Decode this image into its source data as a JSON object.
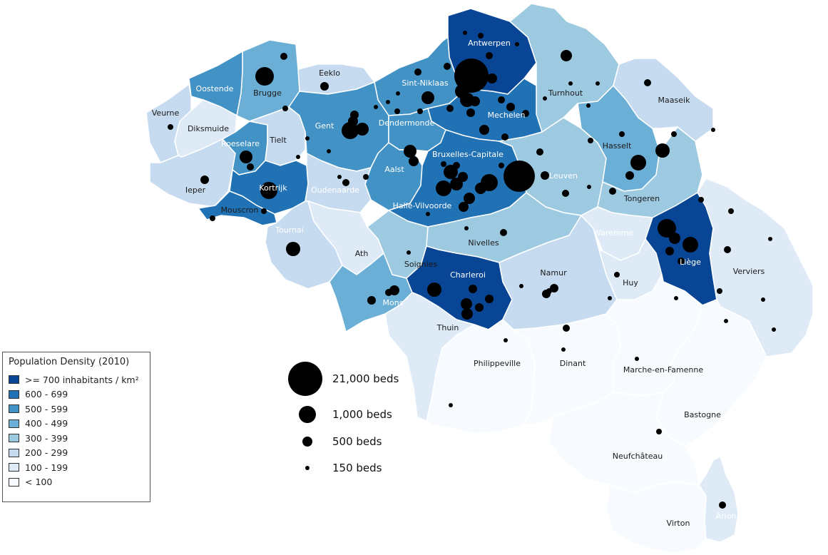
{
  "colors": {
    "c700": "#084594",
    "c600": "#2171b5",
    "c500": "#4292c6",
    "c400": "#6baed6",
    "c300": "#9ecae1",
    "c200": "#c6dbef",
    "c100": "#deebf7",
    "c0": "#f7fbff",
    "label_light": "#ffffff",
    "label_dark": "#1a1a1a"
  },
  "legend": {
    "title": "Population Density (2010)",
    "classes": [
      {
        "label": ">= 700  inhabitants / km²",
        "color": "#084594"
      },
      {
        "label": "600 - 699",
        "color": "#2171b5"
      },
      {
        "label": "500 - 599",
        "color": "#4292c6"
      },
      {
        "label": "400 - 499",
        "color": "#6baed6"
      },
      {
        "label": "300 - 399",
        "color": "#9ecae1"
      },
      {
        "label": "200 - 299",
        "color": "#c6dbef"
      },
      {
        "label": "100 - 199",
        "color": "#deebf7"
      },
      {
        "label": "< 100",
        "color": "#f7fbff"
      }
    ]
  },
  "size_legend": [
    {
      "label": "21,000 beds",
      "beds": 21000
    },
    {
      "label": "1,000 beds",
      "beds": 1000
    },
    {
      "label": "500 beds",
      "beds": 500
    },
    {
      "label": "150 beds",
      "beds": 150
    }
  ],
  "districts": [
    {
      "name": "Antwerpen",
      "class": "c700",
      "label_color": "label_light"
    },
    {
      "name": "Turnhout",
      "class": "c300",
      "label_color": "label_dark"
    },
    {
      "name": "Mechelen",
      "class": "c600",
      "label_color": "label_light"
    },
    {
      "name": "Sint-Niklaas",
      "class": "c500",
      "label_color": "label_light"
    },
    {
      "name": "Eeklo",
      "class": "c200",
      "label_color": "label_dark"
    },
    {
      "name": "Brugge",
      "class": "c400",
      "label_color": "label_dark"
    },
    {
      "name": "Oostende",
      "class": "c500",
      "label_color": "label_light"
    },
    {
      "name": "Veurne",
      "class": "c200",
      "label_color": "label_dark"
    },
    {
      "name": "Diksmuide",
      "class": "c100",
      "label_color": "label_dark"
    },
    {
      "name": "Ieper",
      "class": "c200",
      "label_color": "label_dark"
    },
    {
      "name": "Roeselare",
      "class": "c500",
      "label_color": "label_light"
    },
    {
      "name": "Tielt",
      "class": "c200",
      "label_color": "label_dark"
    },
    {
      "name": "Kortrijk",
      "class": "c600",
      "label_color": "label_light"
    },
    {
      "name": "Mouscron",
      "class": "c600",
      "label_color": "label_dark"
    },
    {
      "name": "Gent",
      "class": "c500",
      "label_color": "label_light"
    },
    {
      "name": "Dendermonde",
      "class": "c500",
      "label_color": "label_light"
    },
    {
      "name": "Aalst",
      "class": "c500",
      "label_color": "label_light"
    },
    {
      "name": "Oudenaarde",
      "class": "c200",
      "label_color": "label_light"
    },
    {
      "name": "Bruxelles-Capitale",
      "class": "c700",
      "label_color": "label_light"
    },
    {
      "name": "Halle-Vilvoorde",
      "class": "c600",
      "label_color": "label_light"
    },
    {
      "name": "Leuven",
      "class": "c300",
      "label_color": "label_light"
    },
    {
      "name": "Hasselt",
      "class": "c400",
      "label_color": "label_dark"
    },
    {
      "name": "Maaseik",
      "class": "c200",
      "label_color": "label_dark"
    },
    {
      "name": "Tongeren",
      "class": "c300",
      "label_color": "label_dark"
    },
    {
      "name": "Tournai",
      "class": "c200",
      "label_color": "label_light"
    },
    {
      "name": "Ath",
      "class": "c100",
      "label_color": "label_dark"
    },
    {
      "name": "Soignies",
      "class": "c300",
      "label_color": "label_dark"
    },
    {
      "name": "Nivelles",
      "class": "c300",
      "label_color": "label_dark"
    },
    {
      "name": "Mons",
      "class": "c400",
      "label_color": "label_light"
    },
    {
      "name": "Charleroi",
      "class": "c700",
      "label_color": "label_light"
    },
    {
      "name": "Thuin",
      "class": "c100",
      "label_color": "label_dark"
    },
    {
      "name": "Namur",
      "class": "c200",
      "label_color": "label_dark"
    },
    {
      "name": "Waremme",
      "class": "c100",
      "label_color": "label_light"
    },
    {
      "name": "Huy",
      "class": "c100",
      "label_color": "label_dark"
    },
    {
      "name": "Liège",
      "class": "c700",
      "label_color": "label_light"
    },
    {
      "name": "Verviers",
      "class": "c100",
      "label_color": "label_dark"
    },
    {
      "name": "Philippeville",
      "class": "c0",
      "label_color": "label_dark"
    },
    {
      "name": "Dinant",
      "class": "c0",
      "label_color": "label_dark"
    },
    {
      "name": "Marche-en-Famenne",
      "class": "c0",
      "label_color": "label_dark"
    },
    {
      "name": "Bastogne",
      "class": "c0",
      "label_color": "label_dark"
    },
    {
      "name": "Neufchâteau",
      "class": "c0",
      "label_color": "label_dark"
    },
    {
      "name": "Virton",
      "class": "c0",
      "label_color": "label_dark"
    },
    {
      "name": "Arlon",
      "class": "c100",
      "label_color": "label_light"
    }
  ]
}
